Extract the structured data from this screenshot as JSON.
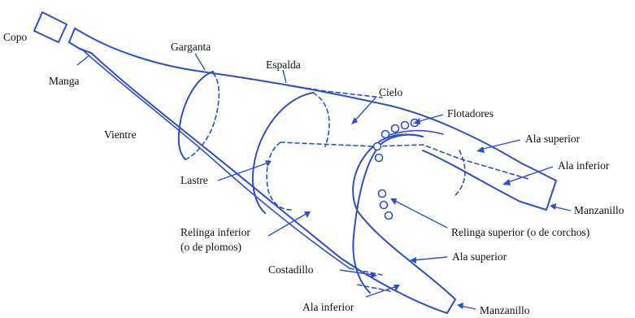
{
  "diagram": {
    "accent_color": "#2e4fc9",
    "labels": {
      "copo": "Copo",
      "garganta": "Garganta",
      "manga": "Manga",
      "espalda": "Espalda",
      "cielo": "Cielo",
      "flotadores": "Flotadores",
      "vientre": "Vientre",
      "ala_superior_right": "Ala superior",
      "ala_inferior_right": "Ala inferior",
      "manzanillo_right": "Manzanillo",
      "lastre": "Lastre",
      "relinga_inferior": "Relinga inferior",
      "relinga_inferior_sub": "(o de plomos)",
      "relinga_superior": "Relinga superior (o  de corchos)",
      "ala_superior_bottom": "Ala superior",
      "costadillo": "Costadillo",
      "ala_inferior_bottom": "Ala inferior",
      "manzanillo_bottom": "Manzanillo"
    }
  }
}
